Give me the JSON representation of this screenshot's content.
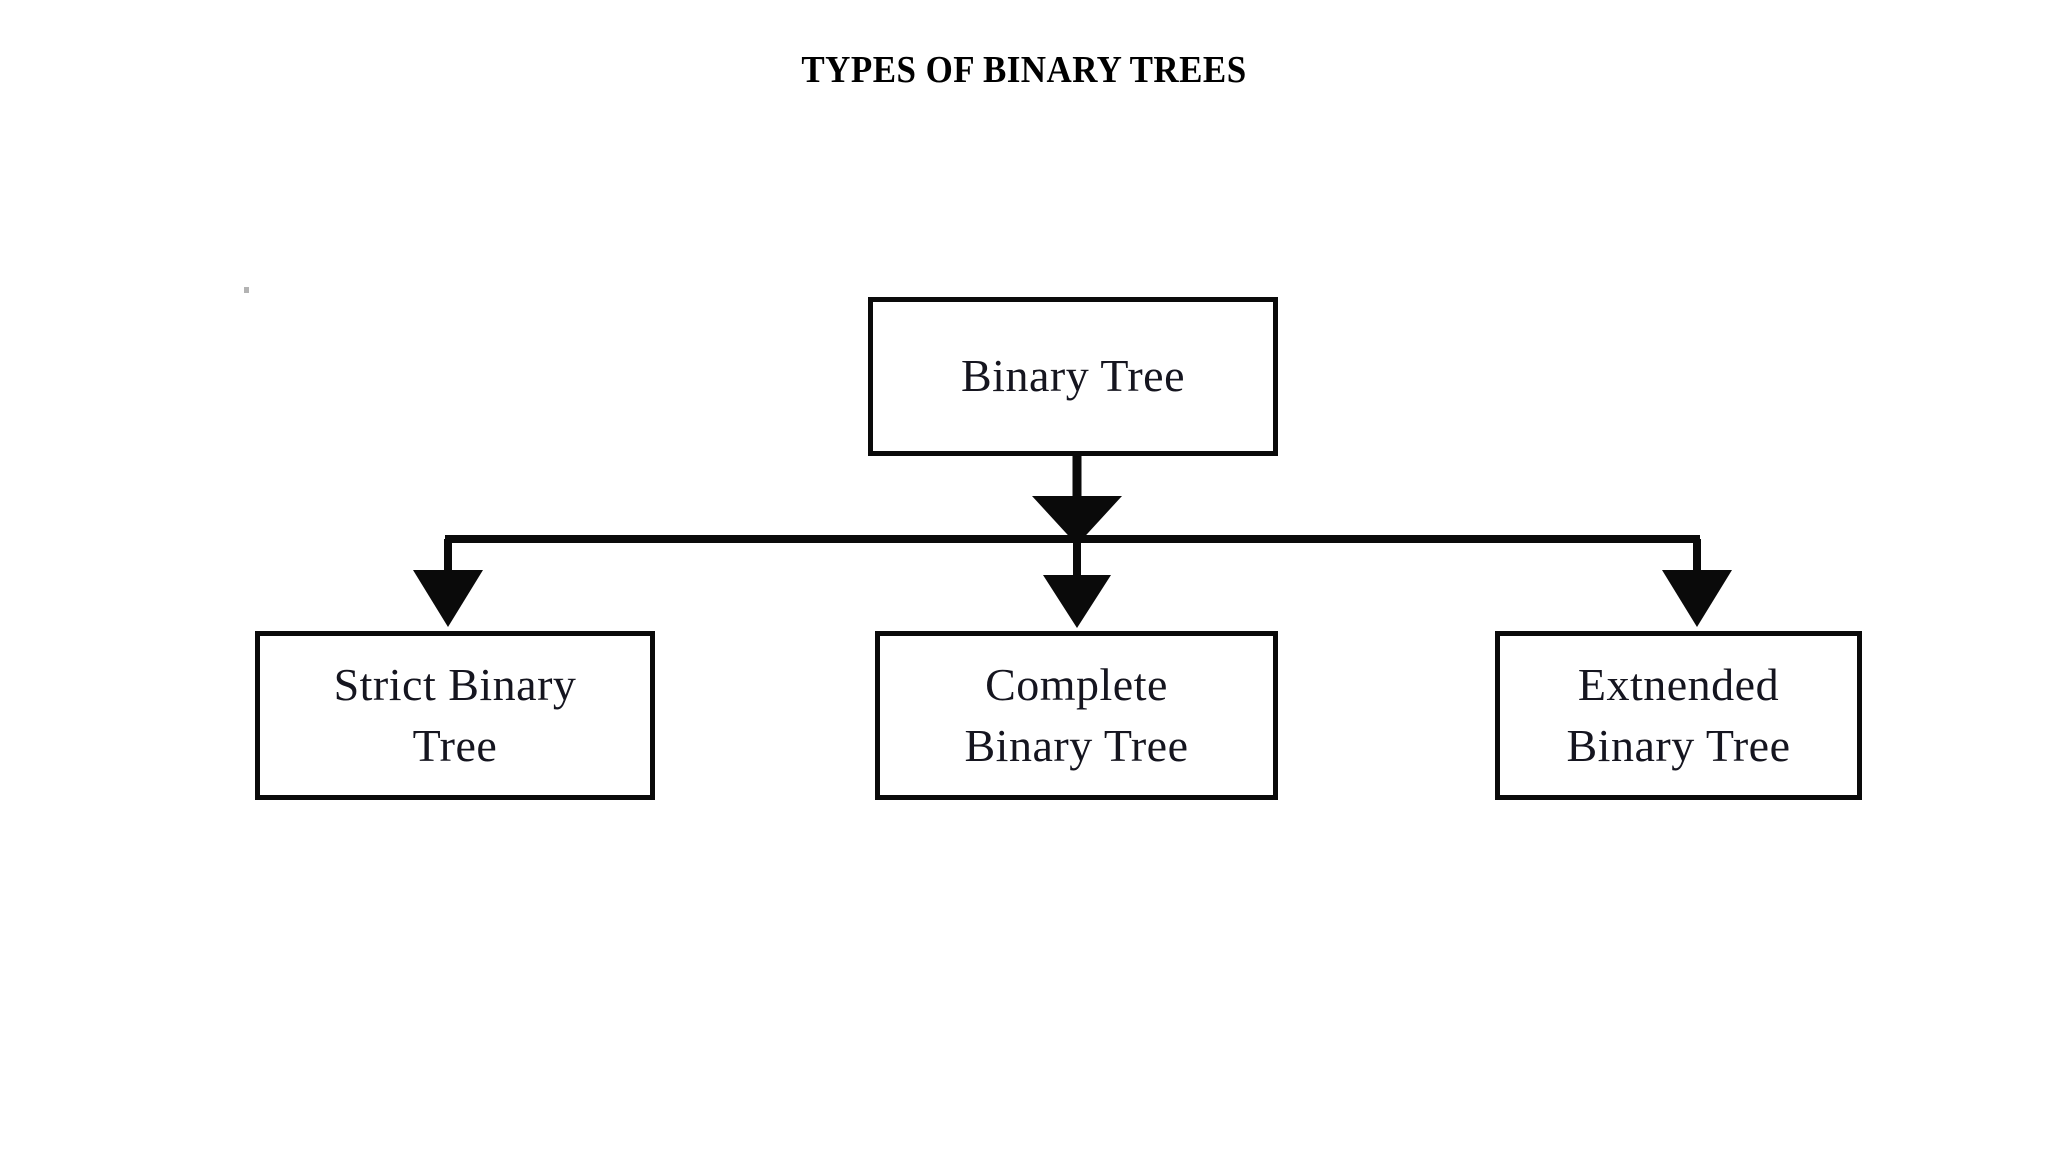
{
  "page": {
    "title": "TYPES OF BINARY TREES",
    "background_color": "#ffffff",
    "line_color": "#0a0a0a",
    "text_color": "#15151f"
  },
  "diagram": {
    "type": "hierarchy-tree",
    "root": {
      "id": "binary-tree",
      "label": "Binary Tree",
      "lines": [
        "Binary Tree"
      ]
    },
    "children": [
      {
        "id": "strict-binary-tree",
        "label": "Strict Binary Tree",
        "lines": [
          "Strict Binary",
          "Tree"
        ]
      },
      {
        "id": "complete-binary-tree",
        "label": "Complete Binary Tree",
        "lines": [
          "Complete",
          "Binary Tree"
        ]
      },
      {
        "id": "extnended-binary-tree",
        "label": "Extnended Binary Tree",
        "lines": [
          "Extnended",
          "Binary Tree"
        ]
      }
    ],
    "connectors": {
      "root_to_bus": "arrow-down",
      "bus": "horizontal-line",
      "bus_to_child": "arrow-down"
    }
  }
}
